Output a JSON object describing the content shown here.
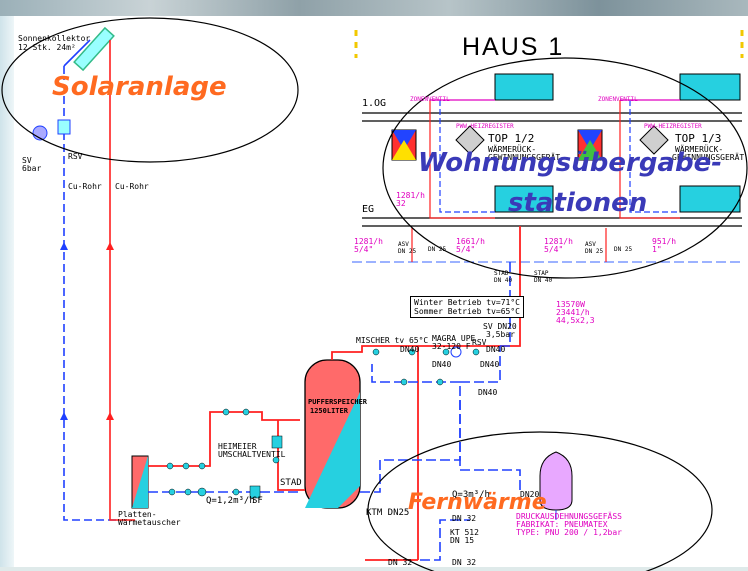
{
  "header": {
    "title": "HAUS 1"
  },
  "overlays": {
    "solar": "Solaranlage",
    "wohnung1": "Wohnungsübergabe-",
    "wohnung2": "stationen",
    "fernwaerme": "Fernwärme"
  },
  "solar": {
    "collector1": "Sonnenkollektor",
    "collector2": "12 Stk. 24m²",
    "sv": "SV",
    "sv_bar": "6bar",
    "rsv": "RSV",
    "pipe_left": "Cu-Rohr",
    "pipe_right": "Cu-Rohr"
  },
  "floors": {
    "og": "1.OG",
    "eg": "EG"
  },
  "stations": {
    "zonenventil_1": "ZONENVENTIL",
    "zonenventil_2": "ZONENVENTIL",
    "pww_1": "PWW-HEIZREGISTER",
    "pww_2": "PWW-HEIZREGISTER",
    "top_a": "TOP 1/2",
    "top_b": "TOP 1/3",
    "wrg_a1": "WÄRMERÜCK-",
    "wrg_a2": "GEWINNUNGSGERÄT",
    "wrg_b1": "WÄRMERÜCK-",
    "wrg_b2": "GEWINNUNGSGERÄT"
  },
  "flows": {
    "f1a": "1281/h",
    "f1b": "32",
    "f2a": "1281/h",
    "f2b": "5/4\"",
    "f3": "1661/h",
    "f3b": "5/4\"",
    "f4a": "1281/h",
    "f4b": "5/4\"",
    "f5a": "951/h",
    "f5b": "1\"",
    "asv1": "ASV",
    "asv1b": "DN 25",
    "dn25a": "DN 25",
    "asv2": "ASV",
    "asv2b": "DN 25",
    "dn25b": "DN 25",
    "stad1": "STAD",
    "stad1b": "DN 40",
    "stap1": "STAP",
    "stap1b": "DN 40"
  },
  "operation": {
    "winter": "Winter Betrieb  tv=71°C",
    "summer": "Sommer Betrieb  tv=65°C"
  },
  "main_flow": {
    "kw": "13570W",
    "lh": "23441/h",
    "pipe": "44,5x2,3"
  },
  "valves": {
    "mischer": "MISCHER tv 65°C",
    "dn40_a": "DN40",
    "magra1": "MAGRA UPE",
    "magra2": "32-120 F",
    "sv_dn20": "SV DN20",
    "sv_bar": "3,5bar",
    "rsv": "RSV",
    "dn40_b": "DN40",
    "dn40_c": "DN40",
    "dn40_d": "DN40",
    "dn40_e": "DN40"
  },
  "storage": {
    "label1": "PUFFERSPEICHER",
    "label2": "1250LITER"
  },
  "lower": {
    "heimeier1": "HEIMEIER",
    "heimeier2": "UMSCHALTVENTIL",
    "exchanger1": "Platten-",
    "exchanger2": "Wärmetauscher",
    "flow": "Q=1,2m³/h",
    "sf": "SF",
    "stad": "STAD"
  },
  "fernwaerme": {
    "dn20": "DN20",
    "q": "Q=3m³/h",
    "dn32a": "DN 32",
    "ktm": "KTM DN25",
    "kt1": "KT 512",
    "kt2": "DN 15",
    "gef": "DRUCKAUSDEHNUNGSGEFÄSS",
    "fab": "FABRIKAT: PNEUMATEX",
    "type": "TYPE: PNU 200 / 1,2bar",
    "dn32b": "DN 32",
    "dn32c": "DN 32"
  }
}
